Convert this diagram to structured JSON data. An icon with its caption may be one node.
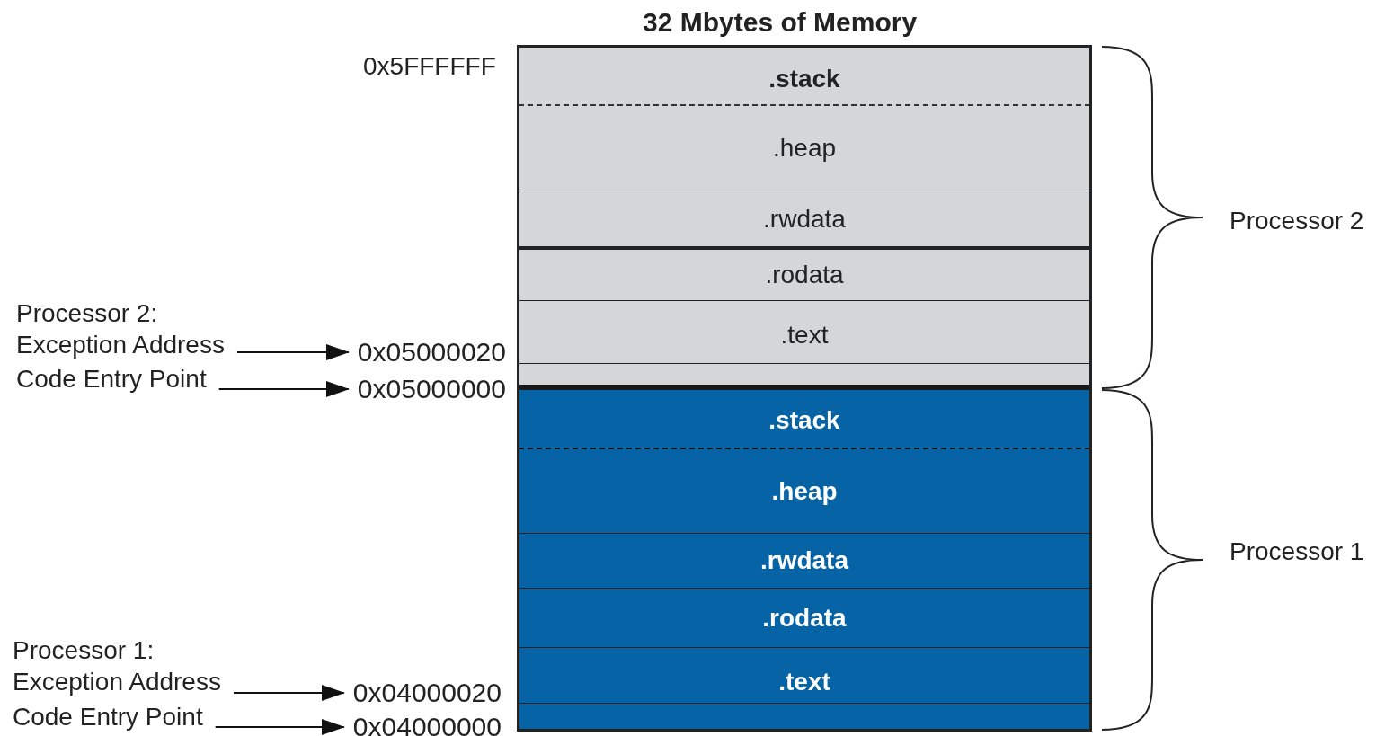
{
  "diagram": {
    "title": "32 Mbytes of Memory",
    "nodes": [
      {
        "text": [
          ".stack"
        ]
      },
      {
        "text": [
          ".heap"
        ]
      },
      {
        "text": [
          ".rwdata"
        ]
      },
      {
        "text": [
          ".rodata"
        ]
      },
      {
        "text": [
          ".text"
        ]
      },
      {
        "text": [],
        "shape": "bar"
      },
      {
        "text": [
          ".stack"
        ]
      },
      {
        "text": [
          ".heap"
        ]
      },
      {
        "text": [
          ".rwdata"
        ]
      },
      {
        "text": [
          ".rodata"
        ]
      },
      {
        "text": [
          ".text"
        ]
      },
      {
        "text": [],
        "shape": "bar"
      },
      {
        "text": [
          "Exception Address"
        ]
      },
      {
        "text": [
          "Code Entry Point"
        ]
      },
      {
        "text": [
          "0x05000020"
        ]
      },
      {
        "text": [
          "0x05000000"
        ]
      },
      {
        "text": [
          "Exception Address"
        ]
      },
      {
        "text": [
          "Code Entry Point"
        ]
      },
      {
        "text": [
          "0x04000020"
        ]
      },
      {
        "text": [
          "0x04000000"
        ]
      }
    ],
    "edges": [
      {
        "from": 12,
        "to": 14,
        "arrow": "to"
      },
      {
        "from": 13,
        "to": 15,
        "arrow": "to"
      },
      {
        "from": 16,
        "to": 18,
        "arrow": "to"
      },
      {
        "from": 17,
        "to": 19,
        "arrow": "to"
      }
    ],
    "labels": [
      "0x5FFFFFF",
      "Processor 2",
      "Processor 2:",
      "Processor 1",
      "Processor 1:"
    ]
  }
}
